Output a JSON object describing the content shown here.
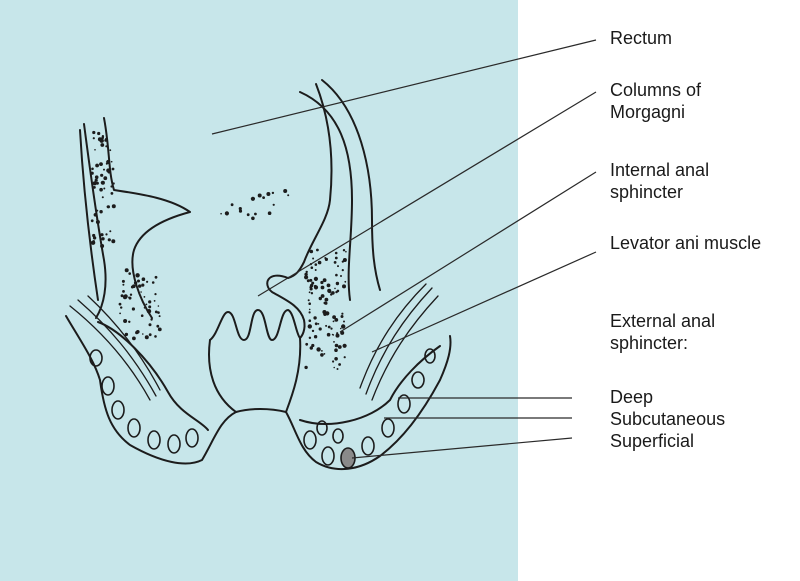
{
  "diagram": {
    "colors": {
      "background_panel": "#c7e6ea",
      "ink": "#1c1c1c",
      "leader": "#2a2a2a"
    },
    "labels": {
      "rectum": [
        "Rectum"
      ],
      "columns_of_morgagni": [
        "Columns of",
        "Morgagni"
      ],
      "internal_anal_sphincter": [
        "Internal anal",
        "sphincter"
      ],
      "levator_ani_muscle": [
        "Levator ani muscle"
      ],
      "external_anal_sphincter": [
        "External anal",
        "sphincter:"
      ],
      "deep": [
        "Deep"
      ],
      "subcutaneous": [
        "Subcutaneous"
      ],
      "superficial": [
        "Superficial"
      ]
    }
  }
}
